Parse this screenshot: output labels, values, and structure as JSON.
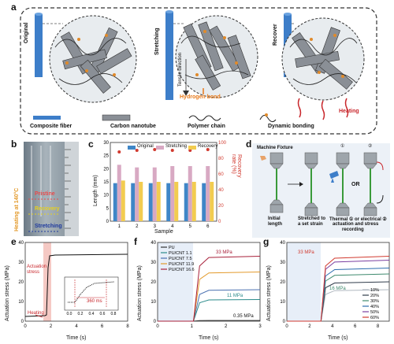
{
  "panel_a": {
    "letter": "a",
    "states": [
      "Original",
      "Stretching",
      "Recover"
    ],
    "tensile_direction": "Tensile direction",
    "hydrogen_bond": "Hydrogen bond",
    "heating": "Heating",
    "legend": [
      "Composite fiber",
      "Carbon nanotube",
      "Polymer chain",
      "Dynamic bonding"
    ]
  },
  "panel_b": {
    "letter": "b",
    "labels": [
      "Pristine",
      "Recovery",
      "Stretching"
    ],
    "side_label": "Heating at 140°C"
  },
  "panel_c": {
    "letter": "c",
    "chart_data": {
      "type": "bar",
      "categories": [
        "1",
        "2",
        "3",
        "4",
        "5",
        "6"
      ],
      "series": [
        {
          "name": "Original",
          "values": [
            14.5,
            14.5,
            14.5,
            14.5,
            14.5,
            14.5
          ],
          "color": "#3f86c7"
        },
        {
          "name": "Stretching",
          "values": [
            21.5,
            20.5,
            20.5,
            21.0,
            21.0,
            21.0
          ],
          "color": "#d8a9c3"
        },
        {
          "name": "Recovery",
          "values": [
            15.5,
            15.0,
            15.0,
            15.0,
            15.0,
            15.0
          ],
          "color": "#f2cc50"
        }
      ],
      "recovery_rate": {
        "values": [
          88,
          90,
          91,
          90,
          90,
          91
        ],
        "color": "#d13a2f"
      },
      "xlabel": "Sample",
      "ylabel": "Length (mm)",
      "y2label": "Recovery rate (%)",
      "ylim": [
        0,
        30
      ],
      "y2lim": [
        0,
        100
      ],
      "yticks": [
        "0",
        "5",
        "10",
        "15",
        "20",
        "25",
        "30"
      ],
      "y2ticks": [
        "0",
        "20",
        "40",
        "60",
        "80",
        "100"
      ]
    }
  },
  "panel_d": {
    "letter": "d",
    "machine_fixture": "Machine Fixture",
    "circle1": "①",
    "circle2": "②",
    "or": "OR",
    "step1": [
      "Initial",
      "length"
    ],
    "step2": [
      "Stretched to",
      "a set strain"
    ],
    "step3": [
      "Thermal ① or electrical ②",
      "actuation and stress",
      "recording"
    ]
  },
  "panel_e": {
    "letter": "e",
    "chart_data": {
      "type": "line",
      "xlabel": "Time (s)",
      "ylabel": "Actuation stress (MPa)",
      "xlim": [
        0,
        8
      ],
      "ylim": [
        0,
        40
      ],
      "xticks": [
        "0",
        "2",
        "4",
        "6",
        "8"
      ],
      "yticks": [
        "0",
        "10",
        "20",
        "30",
        "40"
      ],
      "annotations": [
        "Actuation stress",
        "Heating",
        "360 ms"
      ],
      "inset_xticks": [
        "0.0",
        "0.2",
        "0.4",
        "0.6",
        "0.8"
      ]
    }
  },
  "panel_f": {
    "letter": "f",
    "chart_data": {
      "type": "line",
      "xlabel": "Time (s)",
      "ylabel": "Actuation stress (MPa)",
      "xlim": [
        0,
        3
      ],
      "ylim": [
        0,
        40
      ],
      "xticks": [
        "0",
        "1",
        "2",
        "3"
      ],
      "yticks": [
        "0",
        "10",
        "20",
        "30",
        "40"
      ],
      "series": [
        {
          "name": "PU",
          "color": "#333333",
          "plateau": 0.35
        },
        {
          "name": "PU/CNT 1.1",
          "color": "#2a8a8a",
          "plateau": 11
        },
        {
          "name": "PU/CNT 7.5",
          "color": "#4a70b0",
          "plateau": 16
        },
        {
          "name": "PU/CNT 11.9",
          "color": "#e39a2b",
          "plateau": 25
        },
        {
          "name": "PU/CNT 16.6",
          "color": "#a8203a",
          "plateau": 33
        }
      ],
      "annotations": [
        "33 MPa",
        "11 MPa",
        "0.35 MPa"
      ]
    }
  },
  "panel_g": {
    "letter": "g",
    "chart_data": {
      "type": "line",
      "xlabel": "Time (s)",
      "ylabel": "Actuation stress (MPa)",
      "xlim": [
        0,
        9
      ],
      "ylim": [
        0,
        40
      ],
      "xticks": [
        "0",
        "2",
        "4",
        "6",
        "8"
      ],
      "yticks": [
        "0",
        "10",
        "20",
        "30",
        "40"
      ],
      "series": [
        {
          "name": "10%",
          "color": "#b0b8c0",
          "plateau": 16
        },
        {
          "name": "20%",
          "color": "#2f3b4a",
          "plateau": 20
        },
        {
          "name": "30%",
          "color": "#3e8a6e",
          "plateau": 24
        },
        {
          "name": "40%",
          "color": "#2a6cae",
          "plateau": 27
        },
        {
          "name": "50%",
          "color": "#7a3ea0",
          "plateau": 31
        },
        {
          "name": "60%",
          "color": "#d13a2f",
          "plateau": 33
        }
      ],
      "annotations": [
        "33 MPa",
        "16 MPa"
      ]
    }
  }
}
